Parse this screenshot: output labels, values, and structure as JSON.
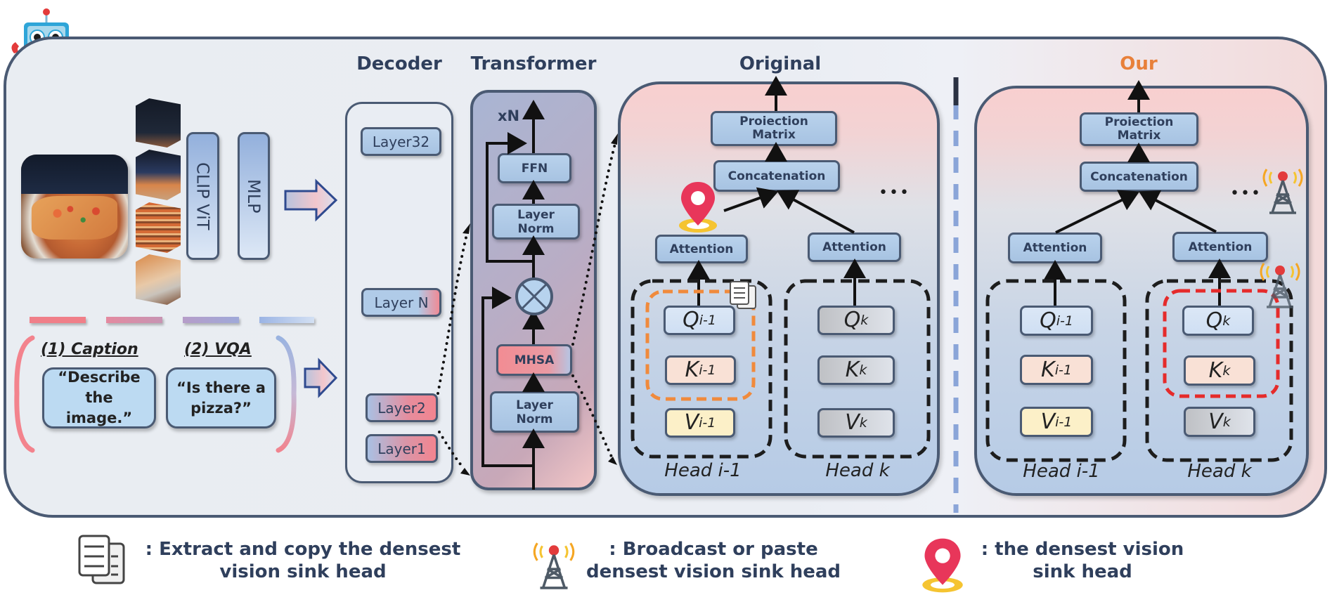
{
  "inputs": {
    "vision_encoder": "CLIP ViT",
    "projector": "MLP",
    "tasks": [
      {
        "label": "(1) Caption",
        "prompt": "“Describe the image.”"
      },
      {
        "label": "(2) VQA",
        "prompt": "“Is there a pizza?”"
      }
    ]
  },
  "decoder": {
    "title": "Decoder",
    "layers": [
      "Layer32",
      "Layer N",
      "Layer2",
      "Layer1"
    ]
  },
  "transformer": {
    "title": "Transformer",
    "repeat": "xN",
    "blocks": [
      "FFN",
      "Layer Norm",
      "MHSA",
      "Layer Norm"
    ]
  },
  "original": {
    "title": "Original",
    "projection": "Proiection Matrix",
    "concatenation": "Concatenation",
    "attention": "Attention",
    "ellipsis": "•••",
    "heads": [
      {
        "label": "Head i-1",
        "q": "Q",
        "k": "K",
        "v": "V",
        "sub": "i-1"
      },
      {
        "label": "Head k",
        "q": "Q",
        "k": "K",
        "v": "V",
        "sub": "k"
      }
    ]
  },
  "ours": {
    "title": "Our",
    "projection": "Proiection Matrix",
    "concatenation": "Concatenation",
    "attention": "Attention",
    "ellipsis": "•••",
    "heads": [
      {
        "label": "Head i-1",
        "q": "Q",
        "k": "K",
        "v": "V",
        "sub": "i-1"
      },
      {
        "label": "Head k",
        "q": "Q",
        "k": "K",
        "v": "V",
        "sub": "k"
      }
    ]
  },
  "legend": [
    {
      "icon": "copy-document-icon",
      "text": ": Extract and copy the densest vision sink head"
    },
    {
      "icon": "broadcast-tower-icon",
      "text": ": Broadcast or paste densest vision sink head"
    },
    {
      "icon": "location-pin-icon",
      "text": ": the densest vision sink head"
    }
  ],
  "colors": {
    "frame_border": "#4a5a73",
    "title_text": "#2f3f5c",
    "our_title": "#e8803a",
    "orange_highlight": "#f08a3c",
    "red_highlight": "#e52b2b",
    "pin": "#e8365a",
    "pin_ring": "#f5c431"
  }
}
